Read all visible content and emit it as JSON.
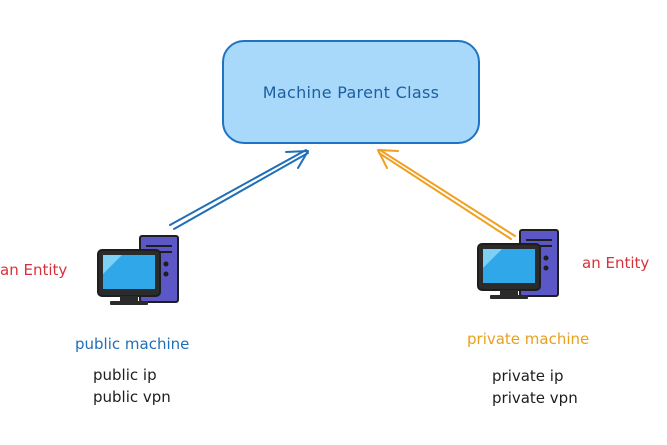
{
  "parent": {
    "label": "Machine Parent Class"
  },
  "left": {
    "entity_label": "an Entity",
    "machine_label": "public machine",
    "props": [
      "public ip",
      "public vpn"
    ]
  },
  "right": {
    "entity_label": "an Entity",
    "machine_label": "private machine",
    "props": [
      "private ip",
      "private vpn"
    ]
  },
  "colors": {
    "box_fill": "#a8d8fa",
    "box_stroke": "#1f73c0",
    "left_arrow": "#1f6fb8",
    "right_arrow": "#f0a020",
    "entity_text": "#d8313a",
    "public_text": "#1f6fb8",
    "private_text": "#e8a020",
    "computer_body": "#5b57c6",
    "computer_screen": "#2fa7e8",
    "computer_outline": "#1e1e1e"
  }
}
